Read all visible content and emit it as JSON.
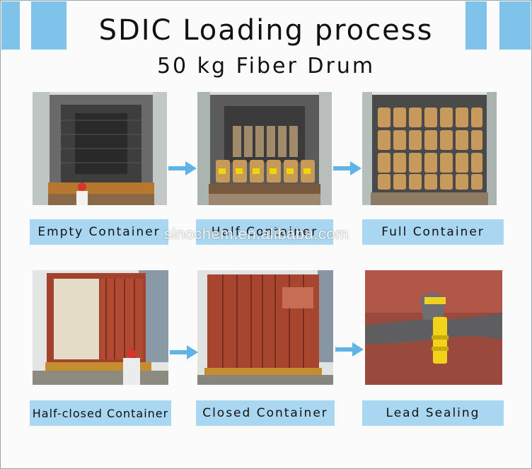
{
  "title": "SDIC Loading process",
  "subtitle": "50 kg Fiber Drum",
  "watermark": "sinochem.en.alibaba.com",
  "steps": [
    {
      "label": "Empty Container"
    },
    {
      "label": "Half Container"
    },
    {
      "label": "Full Container"
    },
    {
      "label": "Half-closed Container"
    },
    {
      "label": "Closed Container"
    },
    {
      "label": "Lead Sealing"
    }
  ],
  "colors": {
    "accent_blue": "#7fc3ea",
    "label_blue": "#a9d6f1",
    "arrow_blue": "#5fb3e6"
  },
  "icons": {
    "arrow": "arrow-right-icon"
  }
}
